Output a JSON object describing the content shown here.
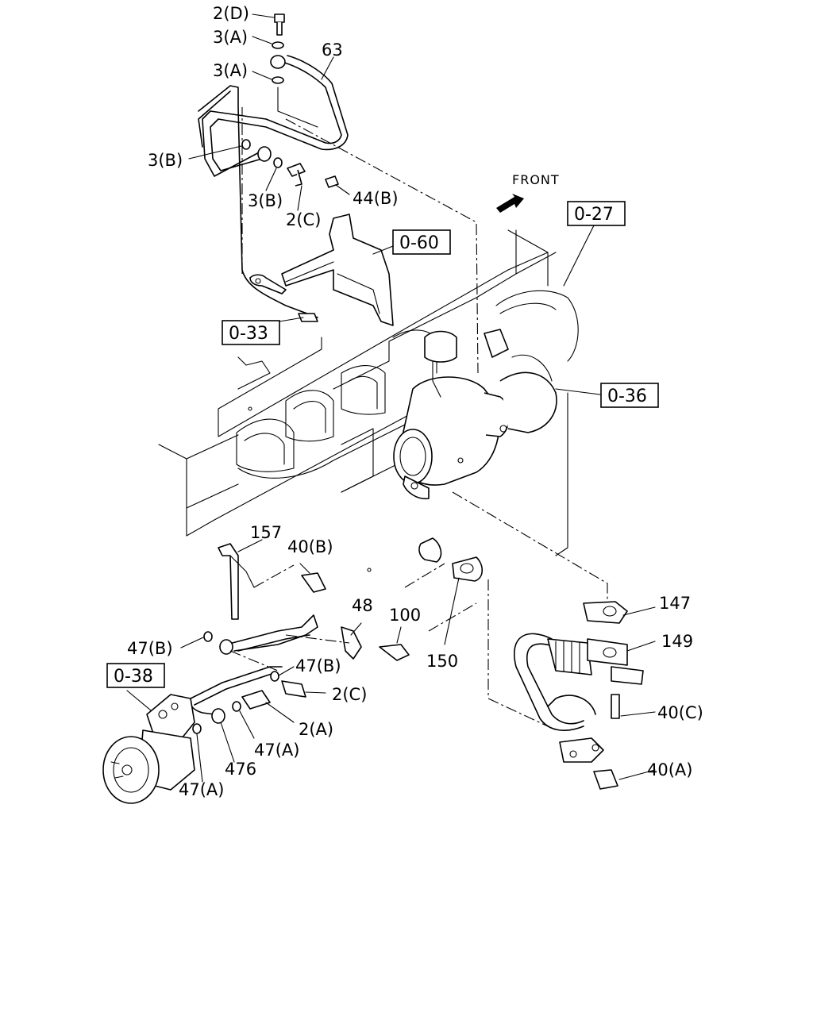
{
  "direction_label": "FRONT",
  "callouts": {
    "c_2D": "2(D)",
    "c_3A_1": "3(A)",
    "c_3A_2": "3(A)",
    "c_63": "63",
    "c_3B_1": "3(B)",
    "c_3B_2": "3(B)",
    "c_2C_1": "2(C)",
    "c_44B": "44(B)",
    "c_157": "157",
    "c_40B": "40(B)",
    "c_48": "48",
    "c_100": "100",
    "c_47B_1": "47(B)",
    "c_47B_2": "47(B)",
    "c_2C_2": "2(C)",
    "c_2A": "2(A)",
    "c_47A_1": "47(A)",
    "c_476": "476",
    "c_47A_2": "47(A)",
    "c_150": "150",
    "c_147": "147",
    "c_149": "149",
    "c_40C": "40(C)",
    "c_40A": "40(A)"
  },
  "references": {
    "r_0_27": "0-27",
    "r_0_60": "0-60",
    "r_0_33": "0-33",
    "r_0_36": "0-36",
    "r_0_38": "0-38"
  }
}
